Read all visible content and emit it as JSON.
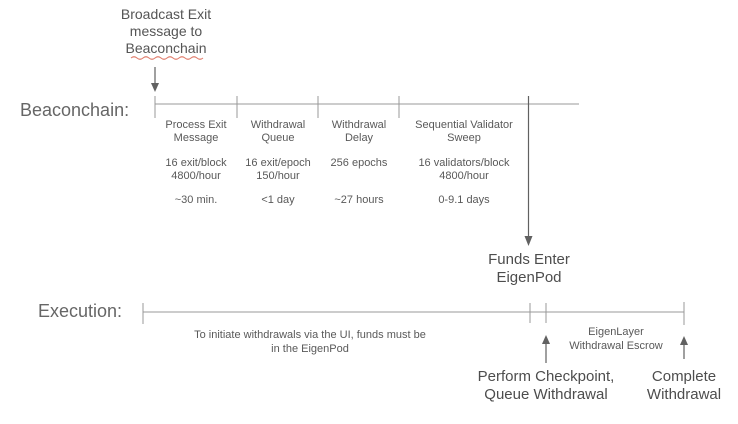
{
  "colors": {
    "line_color": "#999999",
    "arrow_color": "#616161",
    "text_primary_color": "#4d4d4d",
    "text_secondary_color": "#595959",
    "text_label_color": "#666666",
    "text_annotation_color": "#555555",
    "squiggle_color": "#e07b6a"
  },
  "broadcast_annotation": {
    "line1": "Broadcast Exit",
    "line2": "message to",
    "line3": "Beaconchain"
  },
  "beaconchain": {
    "label": "Beaconchain:",
    "stages": [
      {
        "name_line1": "Process Exit",
        "name_line2": "Message",
        "rate_line1": "16 exit/block",
        "rate_line2": "4800/hour",
        "duration": "~30 min."
      },
      {
        "name_line1": "Withdrawal",
        "name_line2": "Queue",
        "rate_line1": "16 exit/epoch",
        "rate_line2": "150/hour",
        "duration": "<1 day"
      },
      {
        "name_line1": "Withdrawal",
        "name_line2": "Delay",
        "rate_line1": "256 epochs",
        "rate_line2": "",
        "duration": "~27 hours"
      },
      {
        "name_line1": "Sequential Validator",
        "name_line2": "Sweep",
        "rate_line1": "16 validators/block",
        "rate_line2": "4800/hour",
        "duration": "0-9.1 days"
      }
    ]
  },
  "funds_enter": {
    "line1": "Funds Enter",
    "line2": "EigenPod"
  },
  "execution": {
    "label": "Execution:",
    "note_line1": "To initiate withdrawals via the UI, funds must be",
    "note_line2": "in the EigenPod",
    "escrow_line1": "EigenLayer",
    "escrow_line2": "Withdrawal Escrow",
    "checkpoint_line1": "Perform Checkpoint,",
    "checkpoint_line2": "Queue Withdrawal",
    "complete_line1": "Complete",
    "complete_line2": "Withdrawal"
  }
}
